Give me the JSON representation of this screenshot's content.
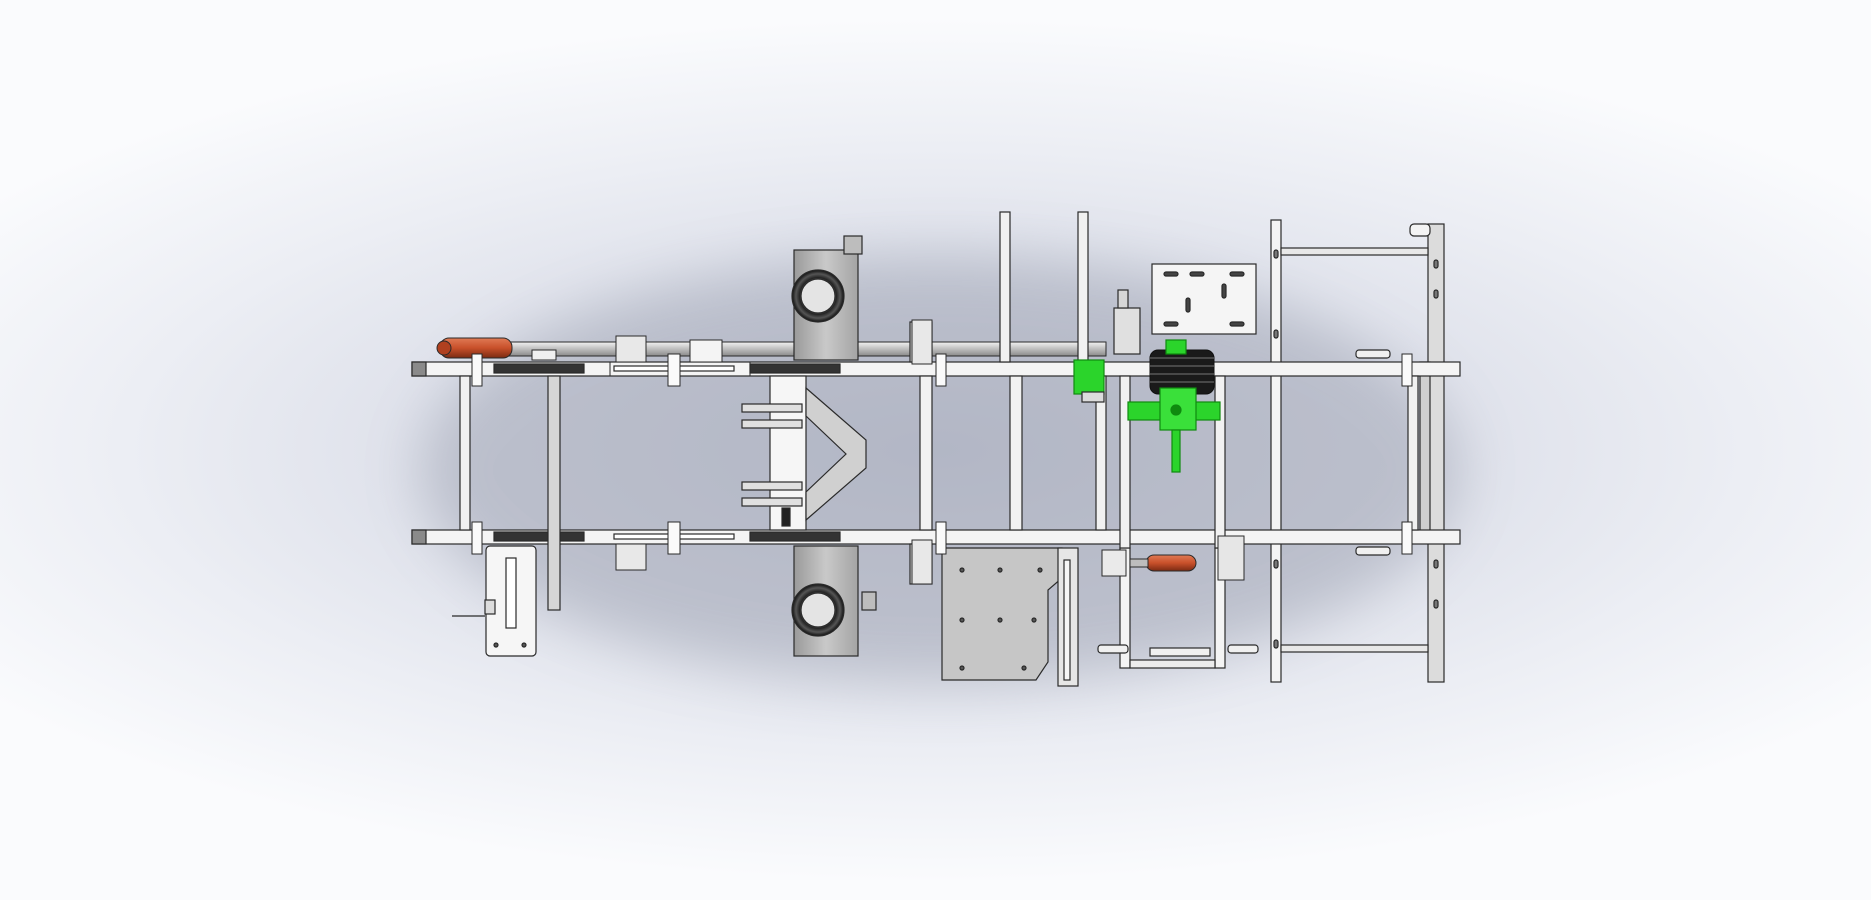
{
  "viewport": {
    "type": "cad-3d-viewport",
    "view": "top"
  },
  "colors": {
    "background_center": "#cfd3e0",
    "background_edge": "#fafbfd",
    "frame_metal": "#f4f4f4",
    "frame_edge": "#2a2a2a",
    "sheet_metal": "#c9c9c9",
    "dark_plate": "#3a3a3a",
    "green_part": "#2bd42b",
    "green_dark": "#0f8a0f",
    "orange_part": "#c8502a",
    "orange_dark": "#8a2f14"
  },
  "model": {
    "components": [
      "chassis-frame",
      "main-rail-top",
      "main-rail-bottom",
      "cross-members",
      "fuel-tank-top",
      "fuel-tank-bottom",
      "hydraulic-cylinder-top",
      "hydraulic-cylinder-bottom",
      "gearbox-green",
      "pulley-stack",
      "motor-mount-box",
      "floor-plate",
      "rear-ladder-frame",
      "battery-box"
    ]
  }
}
